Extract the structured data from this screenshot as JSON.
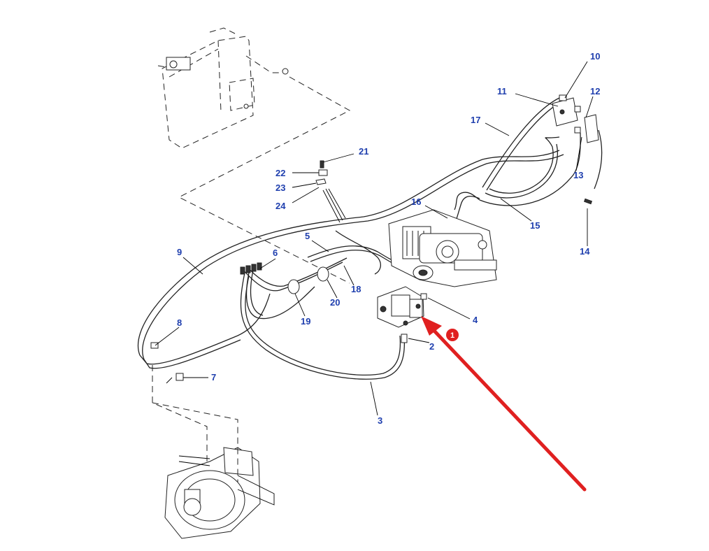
{
  "callouts": [
    {
      "id": "c1",
      "label": "1"
    },
    {
      "id": "c2",
      "label": "2"
    },
    {
      "id": "c3",
      "label": "3"
    },
    {
      "id": "c4",
      "label": "4"
    },
    {
      "id": "c5",
      "label": "5"
    },
    {
      "id": "c6",
      "label": "6"
    },
    {
      "id": "c7",
      "label": "7"
    },
    {
      "id": "c8",
      "label": "8"
    },
    {
      "id": "c9",
      "label": "9"
    },
    {
      "id": "c10",
      "label": "10"
    },
    {
      "id": "c11",
      "label": "11"
    },
    {
      "id": "c12",
      "label": "12"
    },
    {
      "id": "c13",
      "label": "13"
    },
    {
      "id": "c14",
      "label": "14"
    },
    {
      "id": "c15",
      "label": "15"
    },
    {
      "id": "c16",
      "label": "16"
    },
    {
      "id": "c17",
      "label": "17"
    },
    {
      "id": "c18",
      "label": "18"
    },
    {
      "id": "c19",
      "label": "19"
    },
    {
      "id": "c20",
      "label": "20"
    },
    {
      "id": "c21",
      "label": "21"
    },
    {
      "id": "c22",
      "label": "22"
    },
    {
      "id": "c23",
      "label": "23"
    },
    {
      "id": "c24",
      "label": "24"
    }
  ],
  "highlight": {
    "marker_label": "1",
    "color": "#e02020"
  },
  "colors": {
    "callout_text": "#1f3fae",
    "line": "#222222",
    "background": "#ffffff"
  }
}
